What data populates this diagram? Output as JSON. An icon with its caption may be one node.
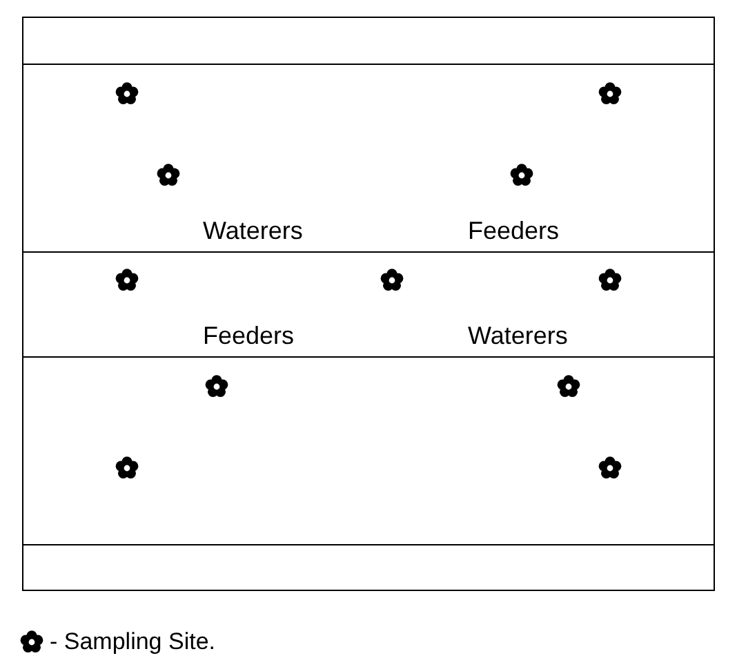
{
  "diagram": {
    "nodes": [
      {
        "text": [],
        "shape": "box"
      },
      {
        "text": [
          "Waterers",
          "Feeders"
        ]
      },
      {
        "text": [
          "Feeders",
          "Waterers"
        ]
      },
      {
        "text": [],
        "shape": "box"
      },
      {
        "text": [],
        "shape": "box"
      }
    ],
    "legend": [
      {
        "text": "- Sampling Site."
      }
    ]
  }
}
